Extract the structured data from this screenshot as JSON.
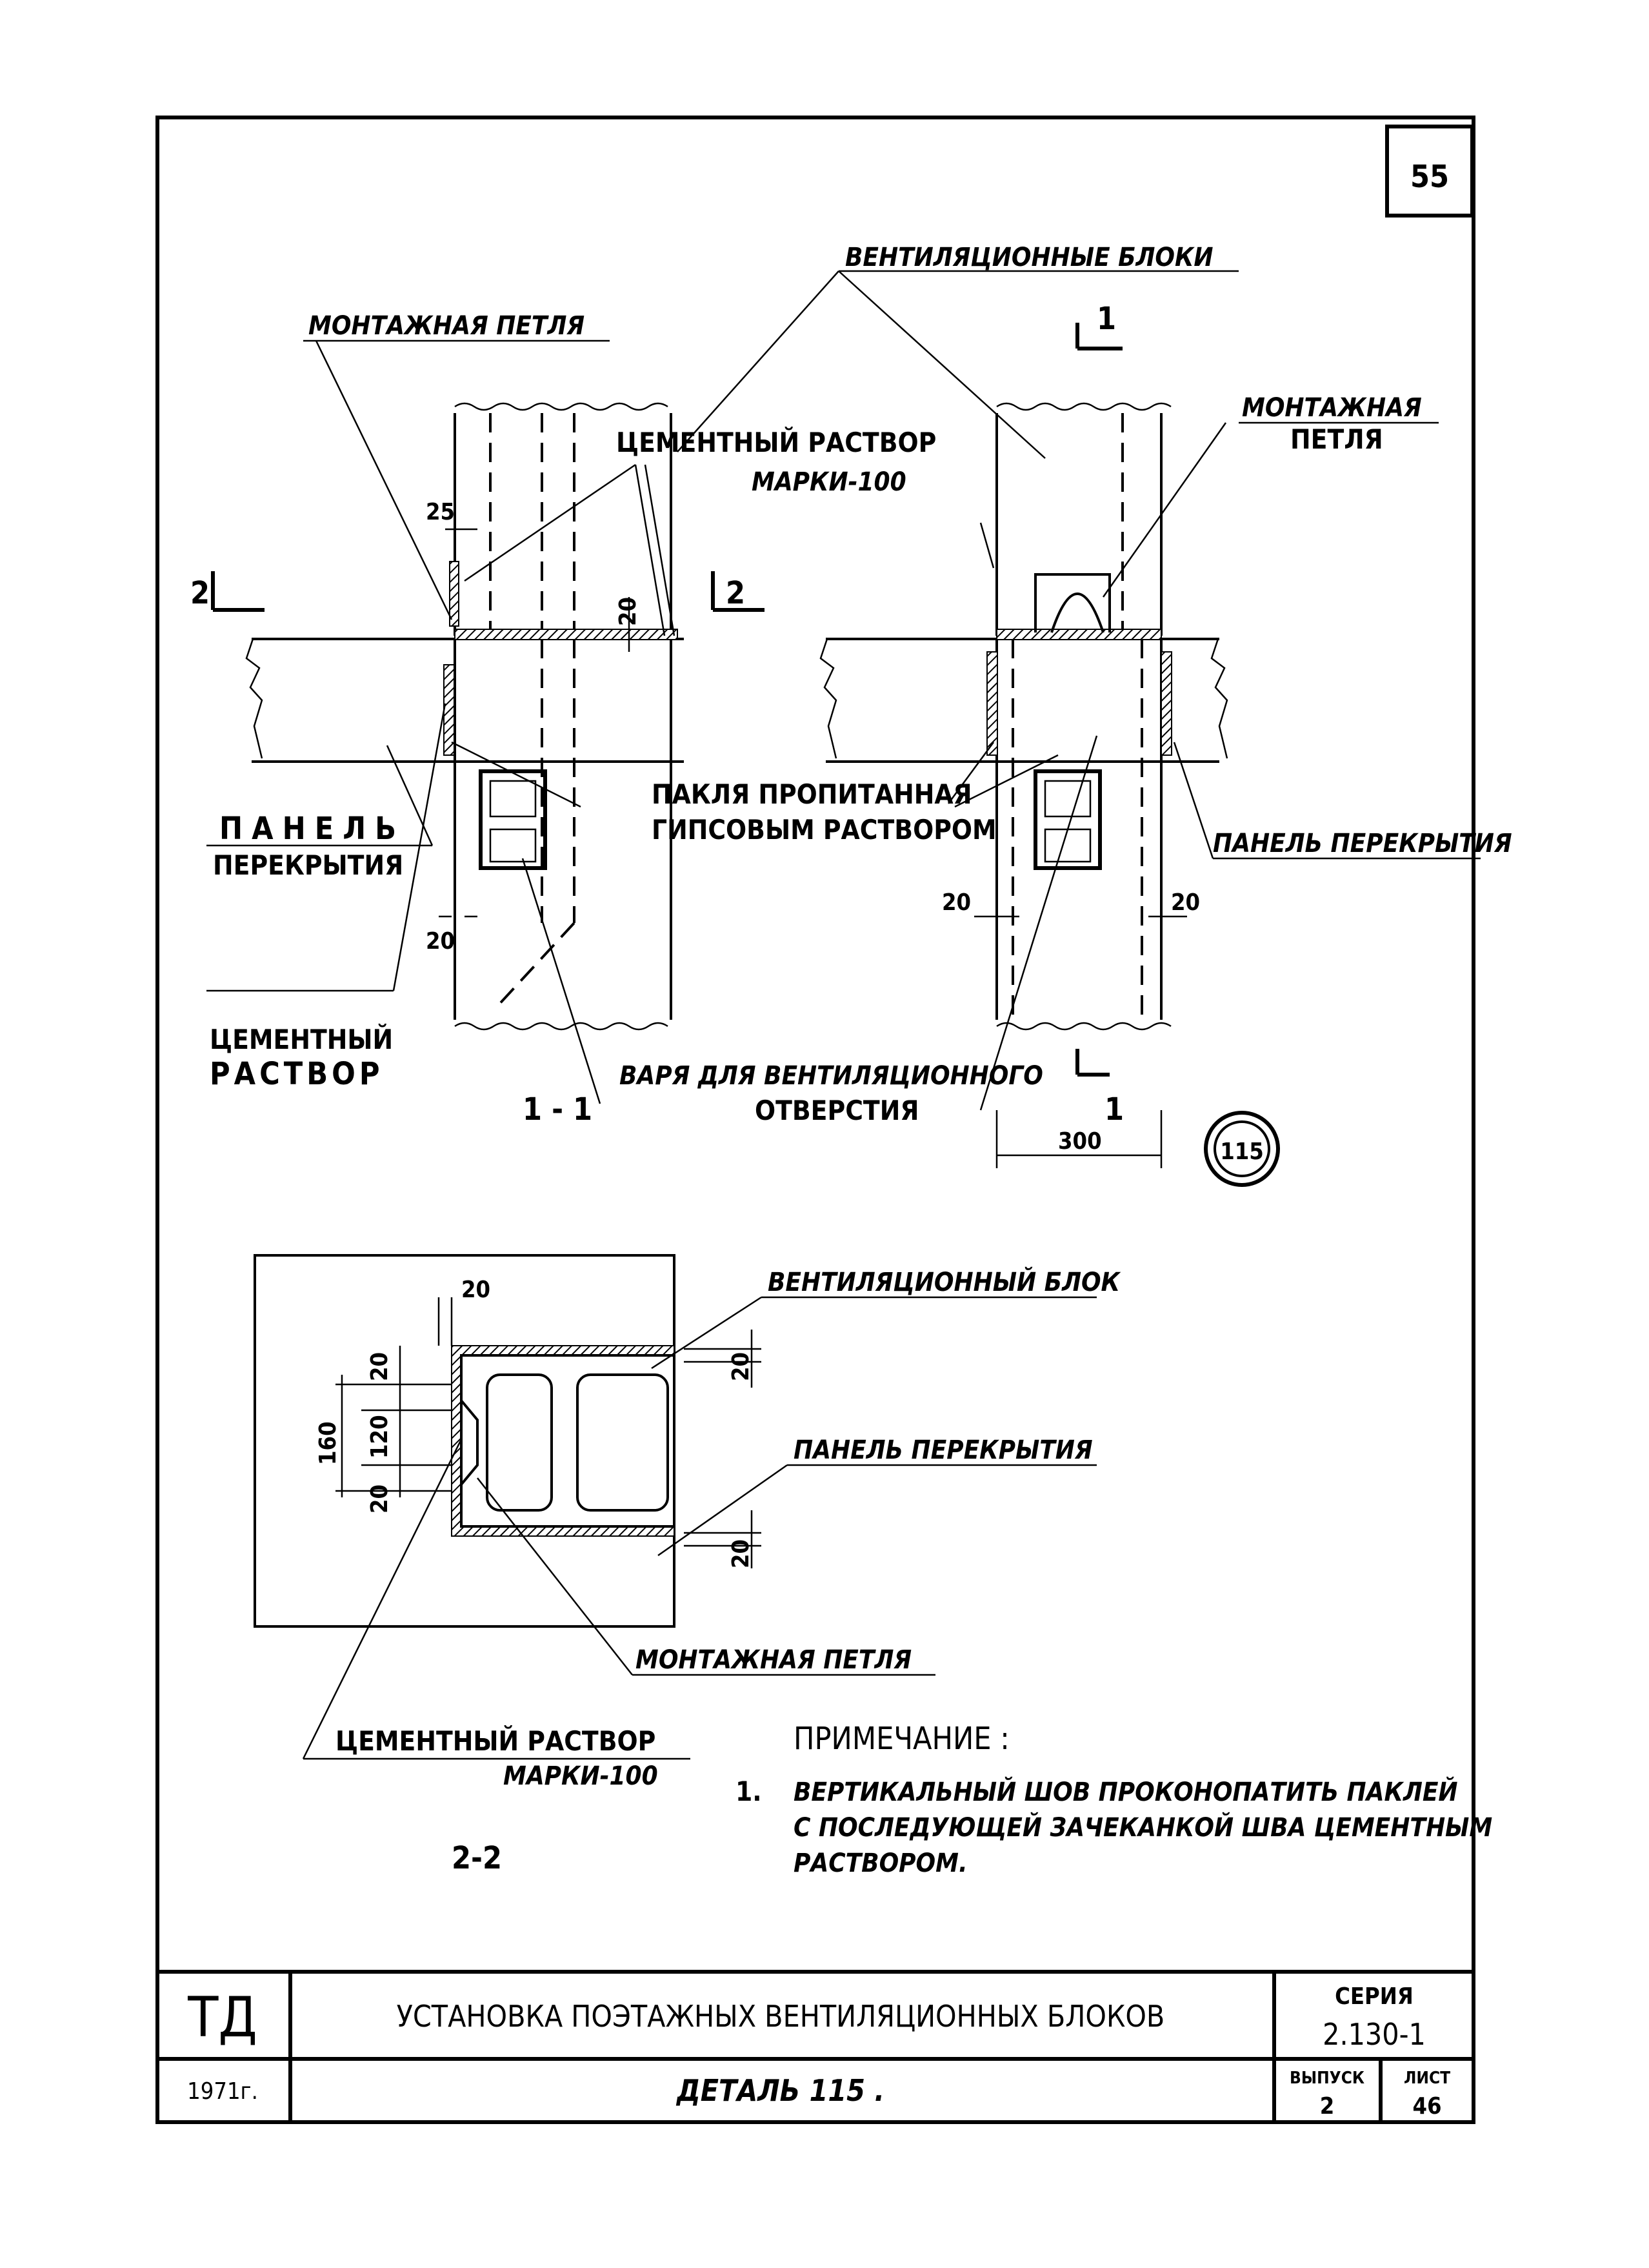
{
  "sheet": {
    "page_number": "55",
    "detail_number": "115"
  },
  "labels": {
    "vent_blocks": "ВЕНТИЛЯЦИОННЫЕ БЛОКИ",
    "mount_loop_top": "МОНТАЖНАЯ ПЕТЛЯ",
    "cement_mortar_m100_line1": "ЦЕМЕНТНЫЙ РАСТВОР",
    "cement_mortar_m100_line2": "МАРКИ-100",
    "mount_loop_right_line1": "МОНТАЖНАЯ",
    "mount_loop_right_line2": "ПЕТЛЯ",
    "tow_line1": "ПАКЛЯ ПРОПИТАННАЯ",
    "tow_line2": "ГИПСОВЫМ РАСТВОРОМ",
    "floor_panel_left_line1": "ПАНЕЛЬ",
    "floor_panel_left_line2": "ПЕРЕКРЫТИЯ",
    "floor_panel_right": "ПАНЕЛЬ ПЕРЕКРЫТИЯ",
    "cement_mortar_left_line1": "ЦЕМЕНТНЫЙ",
    "cement_mortar_left_line2": "РАСТВОР",
    "vent_opening_line1": "ВАРЯ ДЛЯ ВЕНТИЛЯЦИОННОГО",
    "vent_opening_line2": "ОТВЕРСТИЯ",
    "section_1_1": "1 - 1",
    "section_2_2": "2-2",
    "cut_1": "1",
    "cut_2": "2",
    "vent_block_single": "ВЕНТИЛЯЦИОННЫЙ БЛОК",
    "floor_panel_plan": "ПАНЕЛЬ ПЕРЕКРЫТИЯ",
    "mount_loop_plan": "МОНТАЖНАЯ ПЕТЛЯ",
    "cement_mortar_plan_line1": "ЦЕМЕНТНЫЙ РАСТВОР",
    "cement_mortar_plan_line2": "МАРКИ-100"
  },
  "dimensions": {
    "d25": "25",
    "d20": "20",
    "d300": "300",
    "d160": "160",
    "d120": "120"
  },
  "note": {
    "heading": "ПРИМЕЧАНИЕ :",
    "item_number": "1.",
    "item_line1": "ВЕРТИКАЛЬНЫЙ ШОВ ПРОКОНОПАТИТЬ ПАКЛЕЙ",
    "item_line2": "С ПОСЛЕДУЮЩЕЙ ЗАЧЕКАНКОЙ ШВА ЦЕМЕНТНЫМ",
    "item_line3": "РАСТВОРОМ."
  },
  "title_block": {
    "org": "ТД",
    "year": "1971г.",
    "title": "УСТАНОВКА ПОЭТАЖНЫХ ВЕНТИЛЯЦИОННЫХ БЛОКОВ",
    "subtitle": "ДЕТАЛЬ 115 .",
    "series_label": "СЕРИЯ",
    "series_value": "2.130-1",
    "issue_label": "ВЫПУСК",
    "issue_value": "2",
    "sheet_label": "ЛИСТ",
    "sheet_value": "46"
  }
}
